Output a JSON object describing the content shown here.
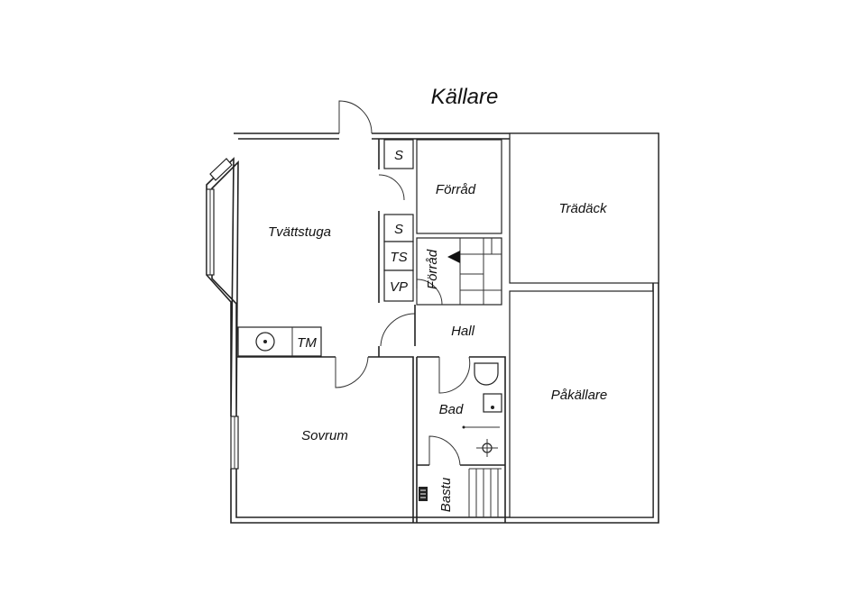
{
  "floor_title": "Källare",
  "rooms": {
    "tvattstuga": "Tvättstuga",
    "forrad_top": "Förråd",
    "tradack": "Trädäck",
    "forrad_stair": "Förråd",
    "hall": "Hall",
    "sovrum": "Sovrum",
    "bad": "Bad",
    "bastu": "Bastu",
    "pakallare": "Påkällare"
  },
  "fixtures": {
    "s1": "S",
    "s2": "S",
    "ts": "TS",
    "vp": "VP",
    "tm": "TM"
  }
}
